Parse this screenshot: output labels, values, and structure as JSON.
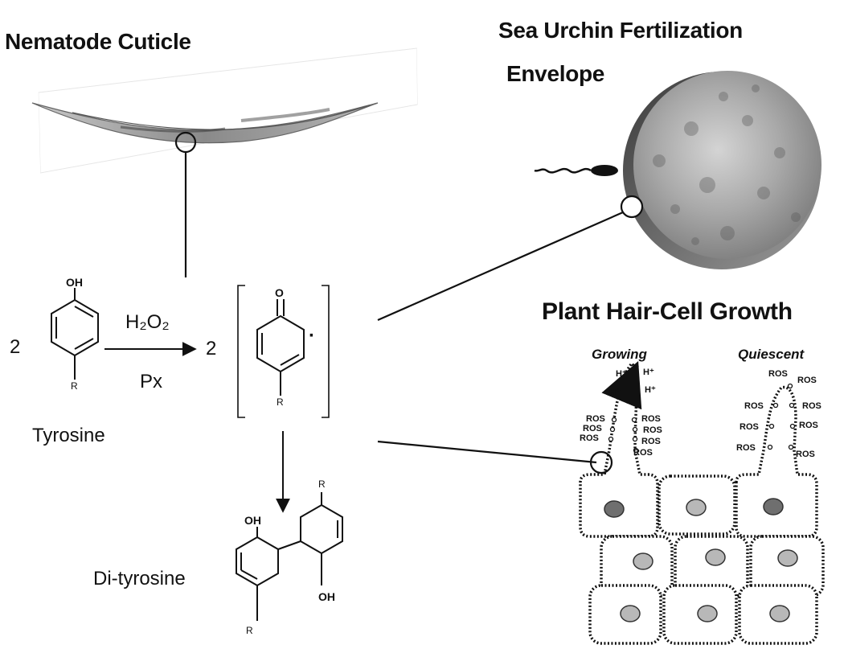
{
  "titles": {
    "nematode": "Nematode Cuticle",
    "urchin_line1": "Sea Urchin Fertilization",
    "urchin_line2": "Envelope",
    "plant": "Plant Hair-Cell Growth"
  },
  "reaction": {
    "coefficient_left": "2",
    "coefficient_right": "2",
    "reagent_top": "H₂O₂",
    "reagent_bottom": "Px",
    "substrate_name": "Tyrosine",
    "product_name": "Di-tyrosine",
    "oh": "OH",
    "o": "O",
    "r": "R",
    "radical_dot": "·"
  },
  "plant": {
    "growing_label": "Growing",
    "quiescent_label": "Quiescent",
    "ros": "ROS",
    "h_plus": "H⁺"
  },
  "colors": {
    "ink": "#111111",
    "nucleus_dark": "#6f6f6f",
    "nucleus_light": "#b8b8b8",
    "sphere_light": "#cfcfcf",
    "sphere_dark": "#6a6a6a"
  }
}
